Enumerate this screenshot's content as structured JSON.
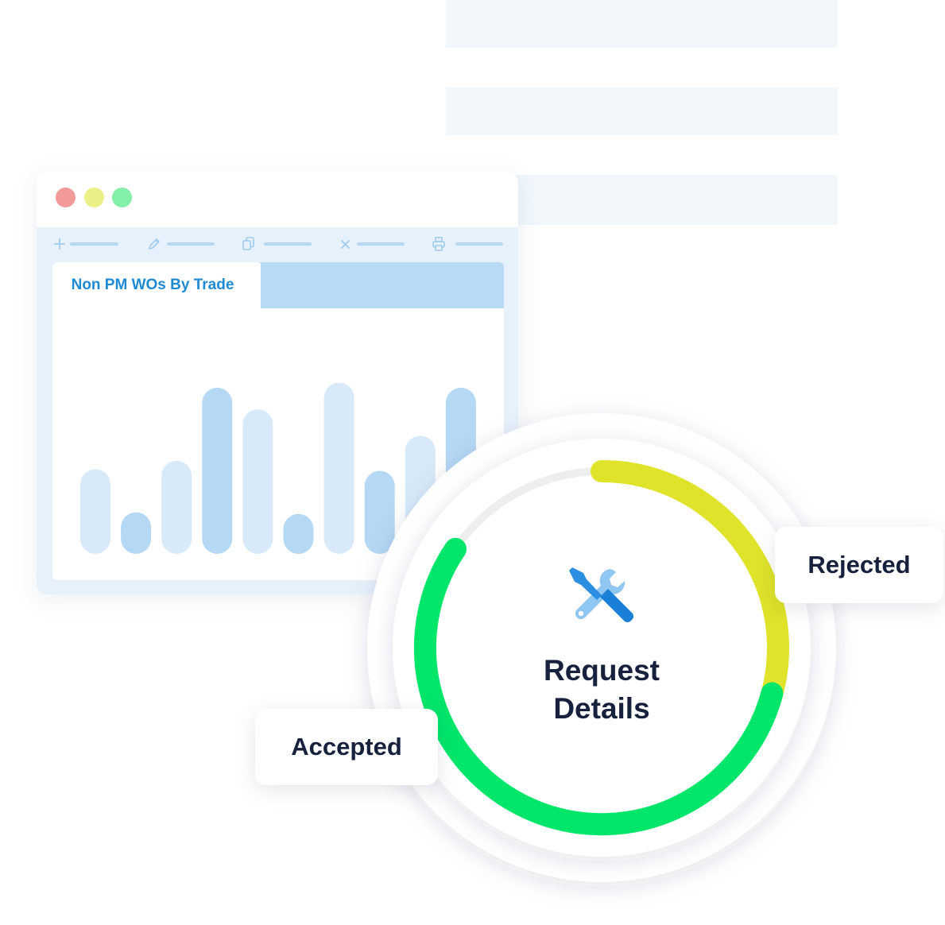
{
  "colors": {
    "background_stripe": "#f1f7fb",
    "window_frame": "#e7f1fb",
    "tab_strip": "#b8dbf5",
    "tab_text": "#1f8ad4",
    "bar_light": "#d8eaf9",
    "bar_dark": "#b5d8f4",
    "dot_red": "#f29a9a",
    "dot_yellow": "#ecee86",
    "dot_green": "#83f0a8",
    "ring_track": "#eeeeee",
    "rejected": "#dfe329",
    "accepted": "#00e66a",
    "title_text": "#16213d"
  },
  "window": {
    "toolbar": [
      {
        "icon": "plus-icon"
      },
      {
        "icon": "pencil-icon"
      },
      {
        "icon": "copy-icon"
      },
      {
        "icon": "close-icon"
      },
      {
        "icon": "print-icon"
      }
    ],
    "tab_label": "Non PM WOs By Trade"
  },
  "chart_data": {
    "type": "bar",
    "title": "Non PM WOs By Trade",
    "values": [
      51,
      25,
      56,
      100,
      87,
      24,
      103,
      50,
      71,
      100
    ],
    "shade": [
      "light",
      "dark",
      "light",
      "dark",
      "light",
      "dark",
      "light",
      "dark",
      "light",
      "dark"
    ],
    "ylim": [
      0,
      110
    ]
  },
  "status_ring": {
    "title_line1": "Request",
    "title_line2": "Details",
    "icon": "tools-icon",
    "segments": [
      {
        "label": "Rejected",
        "start_deg": 0,
        "end_deg": 115,
        "color": "#dfe329"
      },
      {
        "label": "Accepted",
        "start_deg": 105,
        "end_deg": 304,
        "color": "#00e66a"
      }
    ]
  },
  "callouts": {
    "rejected": "Rejected",
    "accepted": "Accepted"
  }
}
